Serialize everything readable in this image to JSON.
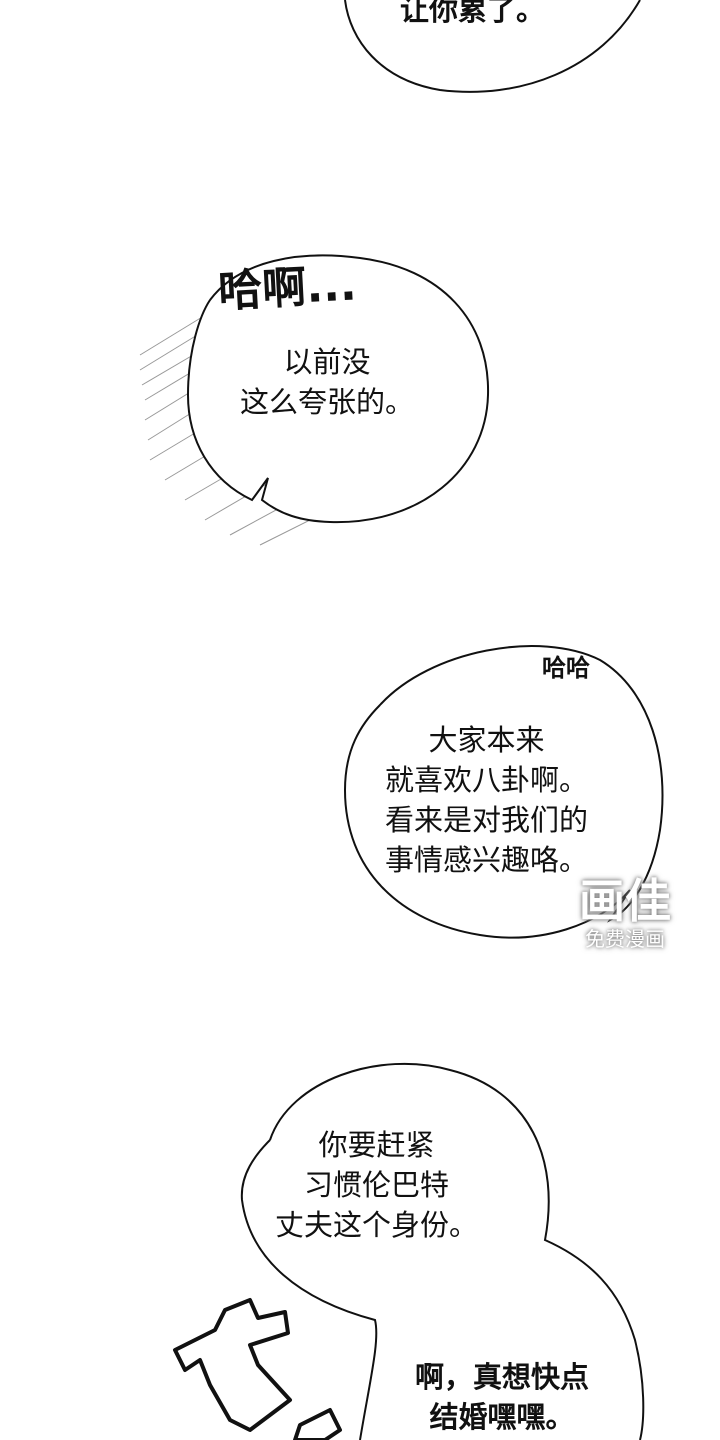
{
  "panels": [
    {
      "lines": [
        "让你累了。"
      ]
    },
    {
      "sfx": "哈啊...",
      "lines": [
        "以前没",
        "这么夸张的。"
      ]
    },
    {
      "sfx": "哈哈",
      "lines": [
        "大家本来",
        "就喜欢八卦啊。",
        "看来是对我们的",
        "事情感兴趣咯。"
      ]
    },
    {
      "lines": [
        "你要赶紧",
        "习惯伦巴特",
        "丈夫这个身份。"
      ]
    },
    {
      "lines": [
        "啊，真想快点",
        "结婚嘿嘿。"
      ]
    }
  ],
  "watermark": {
    "logo": "画佳",
    "caption": "免费漫画"
  }
}
